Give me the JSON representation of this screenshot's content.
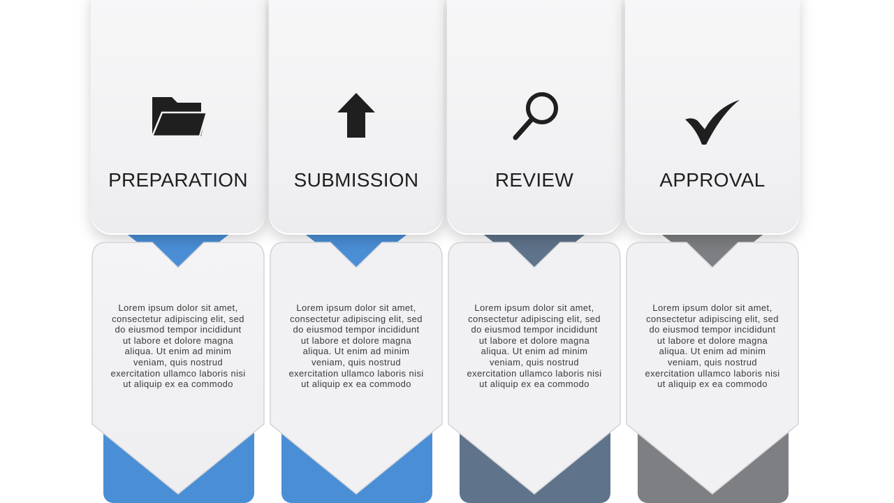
{
  "steps": [
    {
      "title": "PREPARATION",
      "icon": "folder-icon",
      "color": "#4a8fd6",
      "text": "Lorem ipsum dolor sit amet, consectetur adipiscing elit, sed do eiusmod tempor incididunt ut labore et dolore magna aliqua. Ut enim ad minim veniam, quis nostrud exercitation ullamco laboris nisi ut aliquip ex ea commodo"
    },
    {
      "title": "SUBMISSION",
      "icon": "upload-arrow-icon",
      "color": "#4a8fd6",
      "text": "Lorem ipsum dolor sit amet, consectetur adipiscing elit, sed do eiusmod tempor incididunt ut labore et dolore magna aliqua. Ut enim ad minim veniam, quis nostrud exercitation ullamco laboris nisi ut aliquip ex ea commodo"
    },
    {
      "title": "REVIEW",
      "icon": "magnifier-icon",
      "color": "#5f738a",
      "text": "Lorem ipsum dolor sit amet, consectetur adipiscing elit, sed do eiusmod tempor incididunt ut labore et dolore magna aliqua. Ut enim ad minim veniam, quis nostrud exercitation ullamco laboris nisi ut aliquip ex ea commodo"
    },
    {
      "title": "APPROVAL",
      "icon": "checkmark-icon",
      "color": "#7e7f82",
      "text": "Lorem ipsum dolor sit amet, consectetur adipiscing elit, sed do eiusmod tempor incididunt ut labore et dolore magna aliqua. Ut enim ad minim veniam, quis nostrud exercitation ullamco laboris nisi ut aliquip ex ea commodo"
    }
  ]
}
